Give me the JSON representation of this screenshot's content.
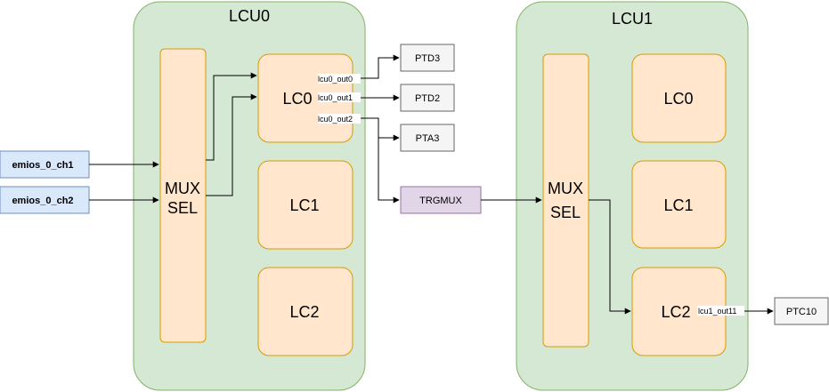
{
  "lcu0": {
    "title": "LCU0",
    "mux_line1": "MUX",
    "mux_line2": "SEL",
    "lc0": "LC0",
    "lc1": "LC1",
    "lc2": "LC2",
    "out0": "lcu0_out0",
    "out1": "lcu0_out1",
    "out2": "lcu0_out2"
  },
  "lcu1": {
    "title": "LCU1",
    "mux_line1": "MUX",
    "mux_line2": "SEL",
    "lc0": "LC0",
    "lc1": "LC1",
    "lc2": "LC2",
    "out11": "lcu1_out11"
  },
  "inputs": {
    "ch1": "emios_0_ch1",
    "ch2": "emios_0_ch2"
  },
  "outputs": {
    "ptd3": "PTD3",
    "ptd2": "PTD2",
    "pta3": "PTA3",
    "trgmux": "TRGMUX",
    "ptc10": "PTC10"
  }
}
